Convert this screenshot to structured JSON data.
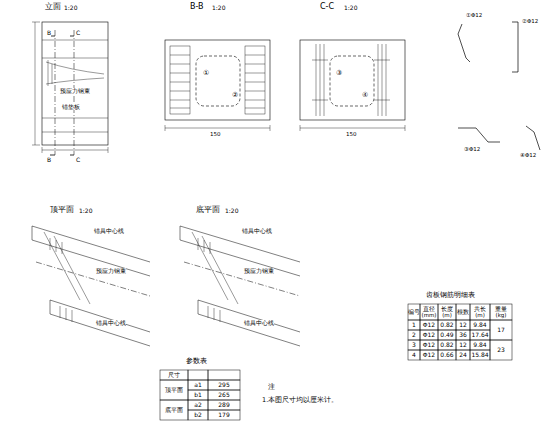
{
  "diagram": {
    "labels": [
      "立面",
      "1:20",
      "B-B",
      "1:20",
      "C-C",
      "1:20",
      "B",
      "C",
      "B",
      "C",
      "预应力钢束",
      "锚垫板",
      "①",
      "②",
      "③",
      "④",
      "150",
      "150",
      "①Φ12",
      "②Φ12",
      "③Φ12",
      "④Φ12",
      "顶平面",
      "1:20",
      "底平面",
      "1:20",
      "锚具中心线",
      "预应力钢束",
      "锚具中心线",
      "锚具中心线",
      "预应力钢束",
      "锚具中心线",
      "齿板钢筋明细表",
      "编号",
      "直径(mm)",
      "长度(m)",
      "根数",
      "共长(m)",
      "重量(kg)",
      "1",
      "Φ12",
      "0.82",
      "12",
      "9.84",
      "2",
      "Φ12",
      "0.49",
      "36",
      "17.64",
      "3",
      "Φ12",
      "0.82",
      "12",
      "9.84",
      "4",
      "Φ12",
      "0.66",
      "24",
      "15.84",
      "17",
      "23",
      "参数表",
      "尺寸",
      "顶平面",
      "a1",
      "295",
      "b1",
      "265",
      "底平面",
      "a2",
      "289",
      "b2",
      "179",
      "注",
      "1.本图尺寸均以厘米计。"
    ]
  }
}
